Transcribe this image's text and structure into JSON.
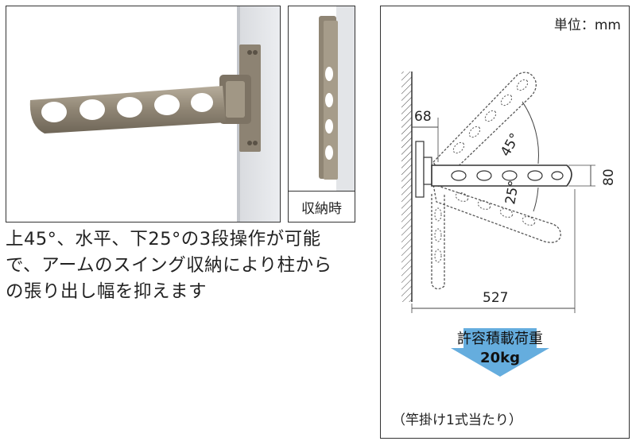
{
  "stored_caption": "収納時",
  "description_lines": [
    "上45°、水平、下25°の3段操作が可能",
    "で、アームのスイング収納により柱から",
    "の張り出し幅を抑えます"
  ],
  "diagram": {
    "unit": "単位：mm",
    "dim_68": "68",
    "dim_80": "80",
    "dim_527": "527",
    "angle_45": "45°",
    "angle_25": "25°",
    "load_label": "許容積載荷重",
    "load_value": "20kg",
    "footnote": "（竿掛け1式当たり）",
    "accent_color": "#4a9fd8"
  }
}
